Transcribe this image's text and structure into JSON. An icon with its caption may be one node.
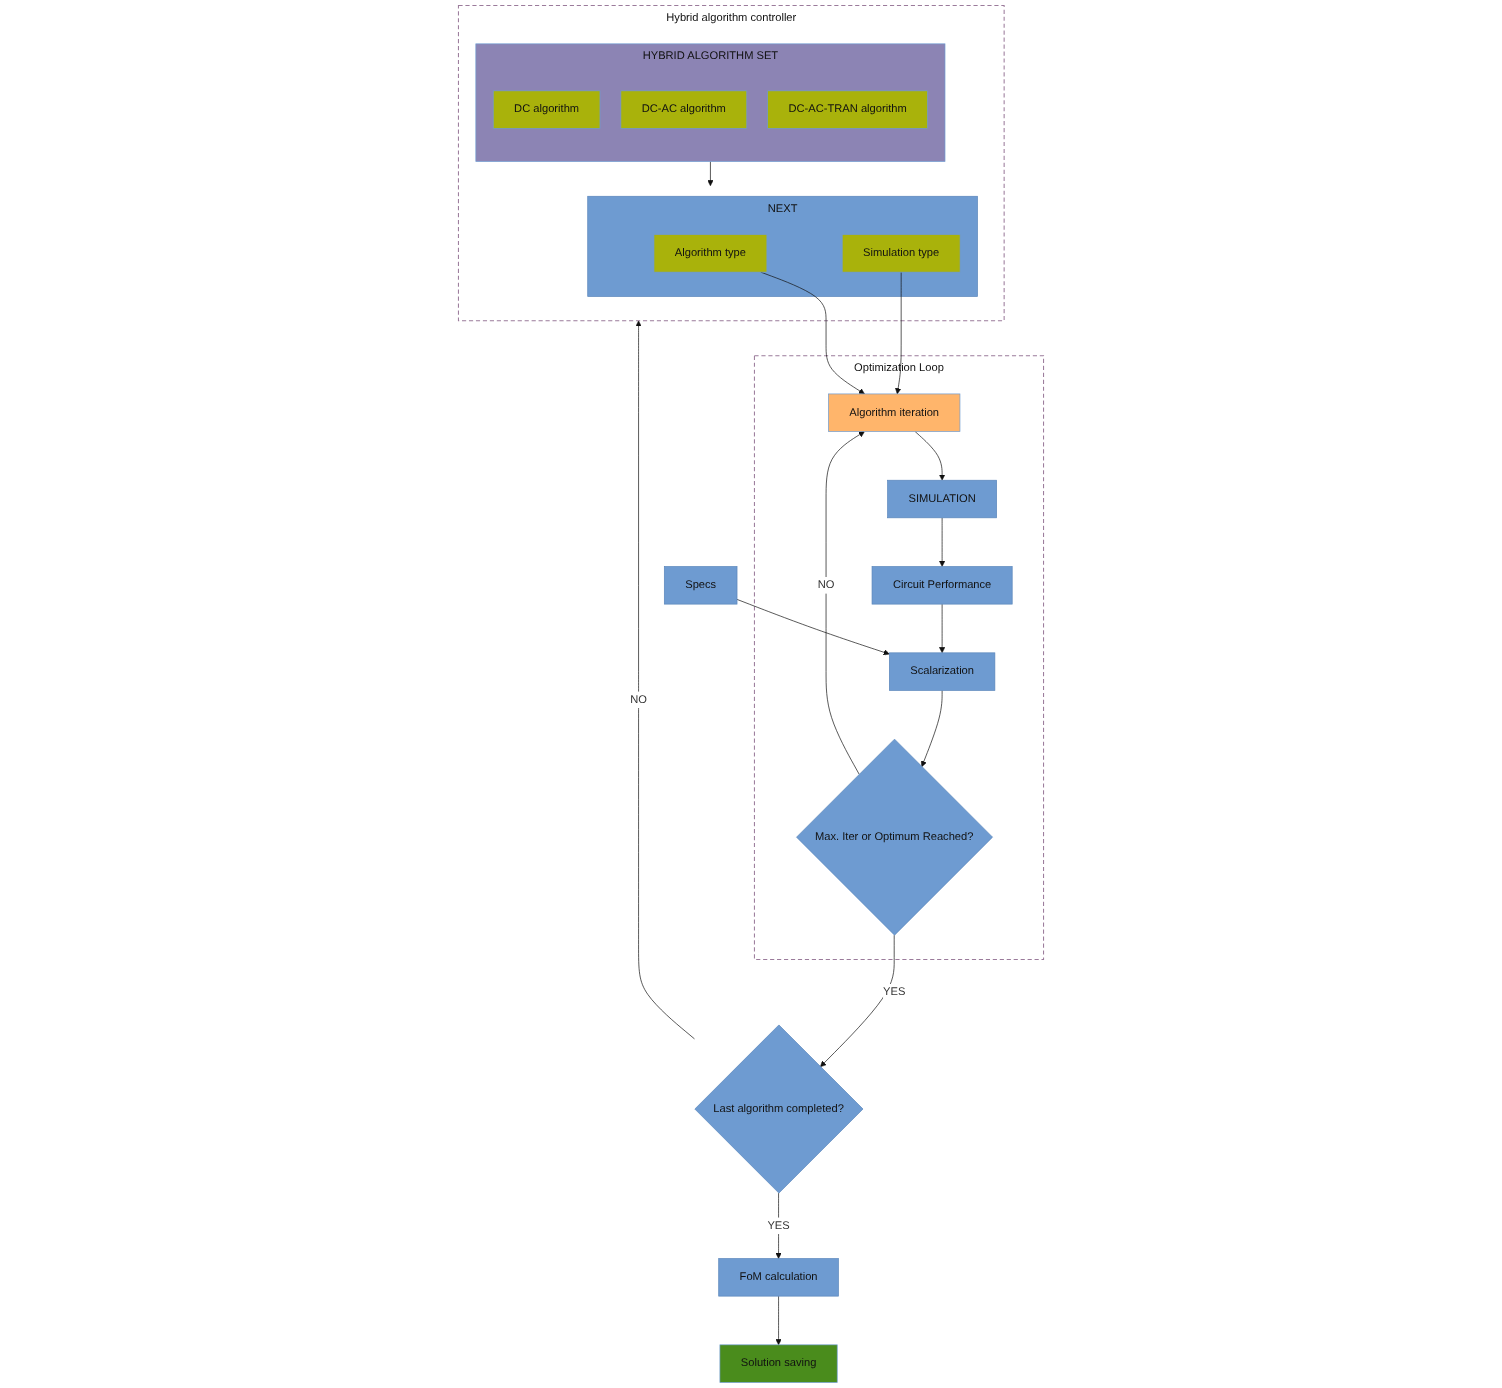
{
  "diagram": {
    "nodes": [
      {
        "text": [
          "Hybrid algorithm controller"
        ]
      },
      {
        "text": [
          "HYBRID ALGORITHM SET"
        ],
        "in": 0
      },
      {
        "text": [
          "DC algorithm"
        ],
        "in": 1
      },
      {
        "text": [
          "DC-AC algorithm"
        ],
        "in": 1
      },
      {
        "text": [
          "DC-AC-TRAN algorithm"
        ],
        "in": 1
      },
      {
        "text": [
          "NEXT"
        ],
        "in": 0
      },
      {
        "text": [
          "Algorithm type"
        ],
        "in": 5
      },
      {
        "text": [
          "Simulation type"
        ],
        "in": 5
      },
      {
        "text": [
          "Optimization Loop"
        ]
      },
      {
        "text": [
          "Algorithm iteration"
        ],
        "in": 8
      },
      {
        "text": [
          "SIMULATION"
        ],
        "in": 8
      },
      {
        "text": [
          "Circuit Performance"
        ],
        "in": 8
      },
      {
        "text": [
          "Scalarization"
        ],
        "in": 8
      },
      {
        "text": [
          "Max. Iter or Optimum Reached?"
        ],
        "in": 8
      },
      {
        "text": [
          "Specs"
        ]
      },
      {
        "text": [
          "Last algorithm completed?"
        ]
      },
      {
        "text": [
          "FoM calculation"
        ]
      },
      {
        "text": [
          "Solution saving"
        ]
      }
    ],
    "edges": [
      {
        "from": 1,
        "to": 5,
        "arrow": "to"
      },
      {
        "from": 6,
        "to": 9,
        "arrow": "to"
      },
      {
        "from": 7,
        "to": 9,
        "arrow": "to"
      },
      {
        "from": 9,
        "to": 10,
        "arrow": "to"
      },
      {
        "from": 10,
        "to": 11,
        "arrow": "to"
      },
      {
        "from": 11,
        "to": 12,
        "arrow": "to"
      },
      {
        "from": 14,
        "to": 12,
        "arrow": "to"
      },
      {
        "from": 12,
        "to": 13,
        "arrow": "to"
      },
      {
        "from": 13,
        "to": 9,
        "arrow": "to",
        "label": "NO"
      },
      {
        "from": 13,
        "to": 15,
        "arrow": "to",
        "label": "YES"
      },
      {
        "from": 15,
        "to": 0,
        "arrow": "to",
        "label": "NO"
      },
      {
        "from": 15,
        "to": 16,
        "arrow": "to",
        "label": "YES"
      },
      {
        "from": 16,
        "to": 17,
        "arrow": "to"
      }
    ]
  }
}
